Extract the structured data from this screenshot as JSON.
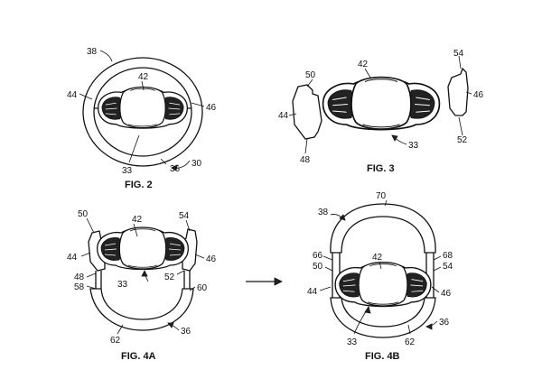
{
  "figures": {
    "fig2": {
      "caption": "FIG. 2",
      "refs": {
        "r38": "38",
        "r42": "42",
        "r44": "44",
        "r46": "46",
        "r33": "33",
        "r36": "36",
        "r30": "30"
      }
    },
    "fig3": {
      "caption": "FIG. 3",
      "refs": {
        "r50": "50",
        "r42": "42",
        "r54": "54",
        "r44": "44",
        "r46": "46",
        "r52": "52",
        "r48": "48",
        "r33": "33"
      }
    },
    "fig4a": {
      "caption": "FIG. 4A",
      "refs": {
        "r50": "50",
        "r42": "42",
        "r54": "54",
        "r44": "44",
        "r46": "46",
        "r48": "48",
        "r58": "58",
        "r33": "33",
        "r52": "52",
        "r60": "60",
        "r62": "62",
        "r36": "36"
      }
    },
    "fig4b": {
      "caption": "FIG. 4B",
      "refs": {
        "r70": "70",
        "r38": "38",
        "r66": "66",
        "r68": "68",
        "r42": "42",
        "r50": "50",
        "r54": "54",
        "r44": "44",
        "r46": "46",
        "r33": "33",
        "r62": "62",
        "r36": "36"
      }
    }
  },
  "icons": {
    "arrow": "right-arrow-icon"
  }
}
